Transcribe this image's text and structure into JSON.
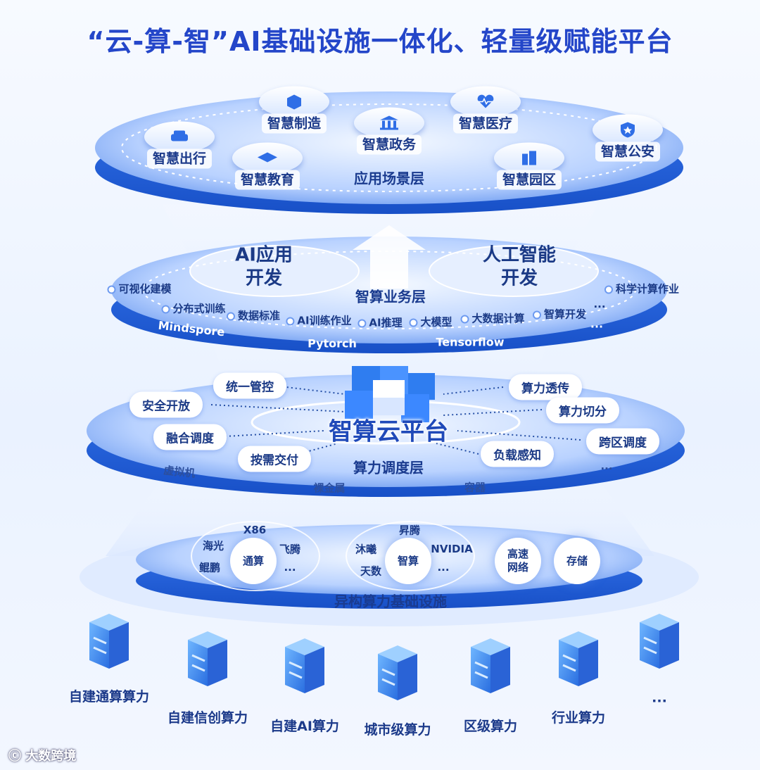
{
  "title": "“云-算-智”AI基础设施一体化、轻量级赋能平台",
  "app_layer": {
    "name": "应用场景层",
    "scenarios": [
      {
        "label": "智慧出行",
        "icon": "car-icon"
      },
      {
        "label": "智慧教育",
        "icon": "graduation-cap-icon"
      },
      {
        "label": "智慧制造",
        "icon": "cube-icon"
      },
      {
        "label": "智慧政务",
        "icon": "government-building-icon"
      },
      {
        "label": "智慧医疗",
        "icon": "heart-pulse-icon"
      },
      {
        "label": "智慧园区",
        "icon": "buildings-icon"
      },
      {
        "label": "智慧公安",
        "icon": "police-badge-icon"
      }
    ]
  },
  "biz_layer": {
    "name": "智算业务层",
    "ai_app": "AI应用\n开发",
    "ai_app_l1": "AI应用",
    "ai_app_l2": "开发",
    "human_ai_l1": "人工智能",
    "human_ai_l2": "开发",
    "items": [
      "可视化建模",
      "分布式训练",
      "数据标准",
      "AI训练作业",
      "AI推理",
      "大模型",
      "大数据计算",
      "智算开发",
      "科学计算作业"
    ],
    "more": "···",
    "frameworks": [
      "Mindspore",
      "Pytorch",
      "Tensorflow"
    ],
    "more2": "···"
  },
  "sched_layer": {
    "name": "算力调度层",
    "platform": "智算云平台",
    "left_pills": [
      "统一管控",
      "安全开放",
      "融合调度",
      "按需交付"
    ],
    "right_pills": [
      "算力透传",
      "算力切分",
      "跨区调度",
      "负载感知"
    ],
    "bottom": [
      "虚拟机",
      "裸金属",
      "容器"
    ],
    "more": "···"
  },
  "infra_layer": {
    "name": "异构算力基础设施",
    "general": {
      "center": "通算",
      "chips": [
        "X86",
        "海光",
        "飞腾",
        "鲲鹏"
      ],
      "more": "···"
    },
    "intel": {
      "center": "智算",
      "chips": [
        "昇腾",
        "沐曦",
        "NVIDIA",
        "天数"
      ],
      "more": "···"
    },
    "network": "高速\n网络",
    "network_l1": "高速",
    "network_l2": "网络",
    "storage": "存储"
  },
  "compute_sources": [
    "自建通算算力",
    "自建信创算力",
    "自建AI算力",
    "城市级算力",
    "区级算力",
    "行业算力"
  ],
  "compute_more": "···",
  "watermark": "大数跨境",
  "colors": {
    "primary": "#2446c9",
    "disc_top": "#5b8ff0",
    "disc_edge": "#1e5fe0",
    "light": "#dbe8ff"
  }
}
